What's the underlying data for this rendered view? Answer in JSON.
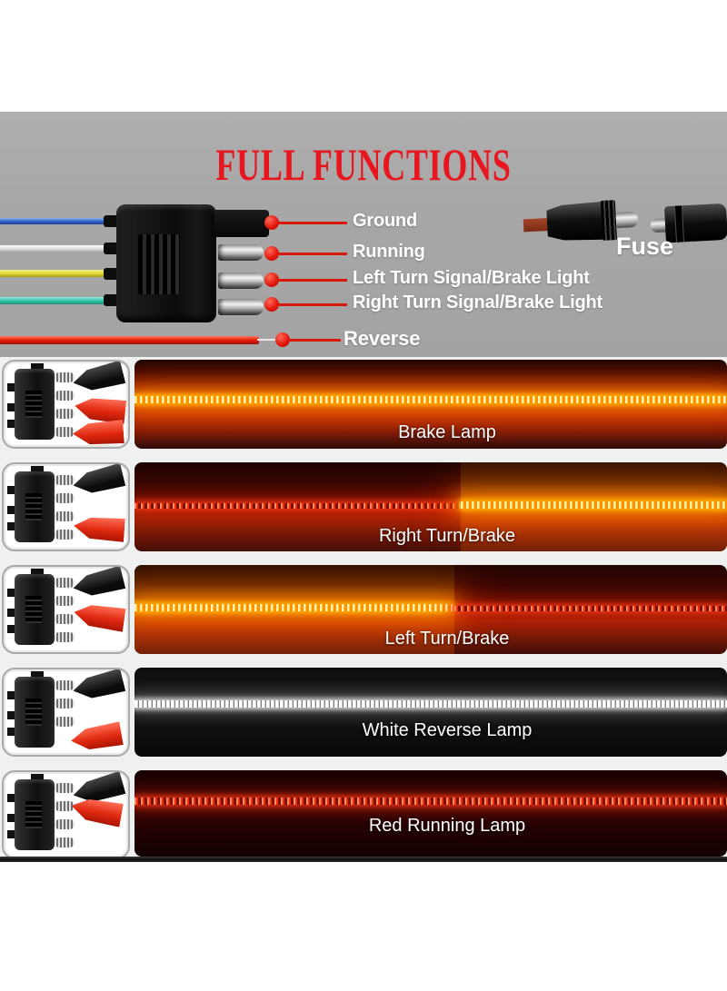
{
  "header": {
    "title": "FULL FUNCTIONS"
  },
  "wiring_diagram": {
    "connector": "4-pin flat trailer connector",
    "wires": [
      {
        "color_name": "blue",
        "hex": "#2e62c8",
        "function": "Ground"
      },
      {
        "color_name": "white",
        "hex": "#eeeeee",
        "function": "Running"
      },
      {
        "color_name": "yellow",
        "hex": "#dfd431",
        "function": "Left Turn Signal/Brake Light"
      },
      {
        "color_name": "green",
        "hex": "#2fc3a6",
        "function": "Right Turn Signal/Brake Light"
      },
      {
        "color_name": "red",
        "hex": "#e51d0d",
        "function": "Reverse"
      }
    ],
    "fuse_label": "Fuse"
  },
  "light_functions": [
    {
      "label": "Brake Lamp",
      "display": "full amber strip lit on red glow"
    },
    {
      "label": "Right Turn/Brake",
      "display": "red strip left, bright amber strip right"
    },
    {
      "label": "Left Turn/Brake",
      "display": "bright amber strip left, red strip right"
    },
    {
      "label": "White Reverse Lamp",
      "display": "white strip on black"
    },
    {
      "label": "Red Running Lamp",
      "display": "red strip on dark background"
    }
  ],
  "colors": {
    "title_red": "#e8161f",
    "callout_red": "#d9180c",
    "background_gray": "#a7a7a7",
    "amber": "#ffb000",
    "led_red": "#ff3214",
    "led_white": "#ffffff"
  }
}
